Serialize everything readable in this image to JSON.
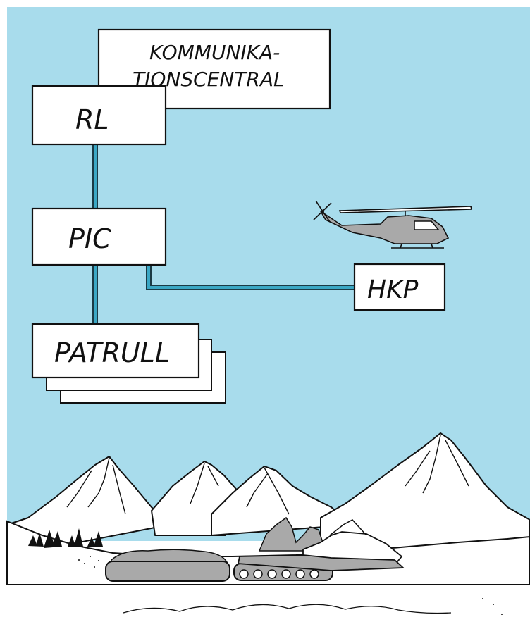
{
  "diagram": {
    "nodes": {
      "kommunikationscentral": {
        "line1": "KOMMUNIKA-",
        "line2": "TIONSCENTRAL"
      },
      "rl": {
        "label": "RL"
      },
      "pic": {
        "label": "PIC"
      },
      "hkp": {
        "label": "HKP"
      },
      "patrull": {
        "label": "PATRULL"
      }
    },
    "edges": [
      {
        "from": "rl",
        "to": "pic"
      },
      {
        "from": "pic",
        "to": "patrull"
      },
      {
        "from": "pic",
        "to": "hkp"
      }
    ]
  },
  "illustration": {
    "helicopter-icon": "helicopter",
    "vehicle-icon": "tracked over-snow vehicle with trailer",
    "background": "snowy mountains"
  },
  "colors": {
    "sky": "#a8dcec",
    "connector": "#3aa7c4",
    "vehicle_gray": "#a9a9a9",
    "ink": "#111111"
  }
}
